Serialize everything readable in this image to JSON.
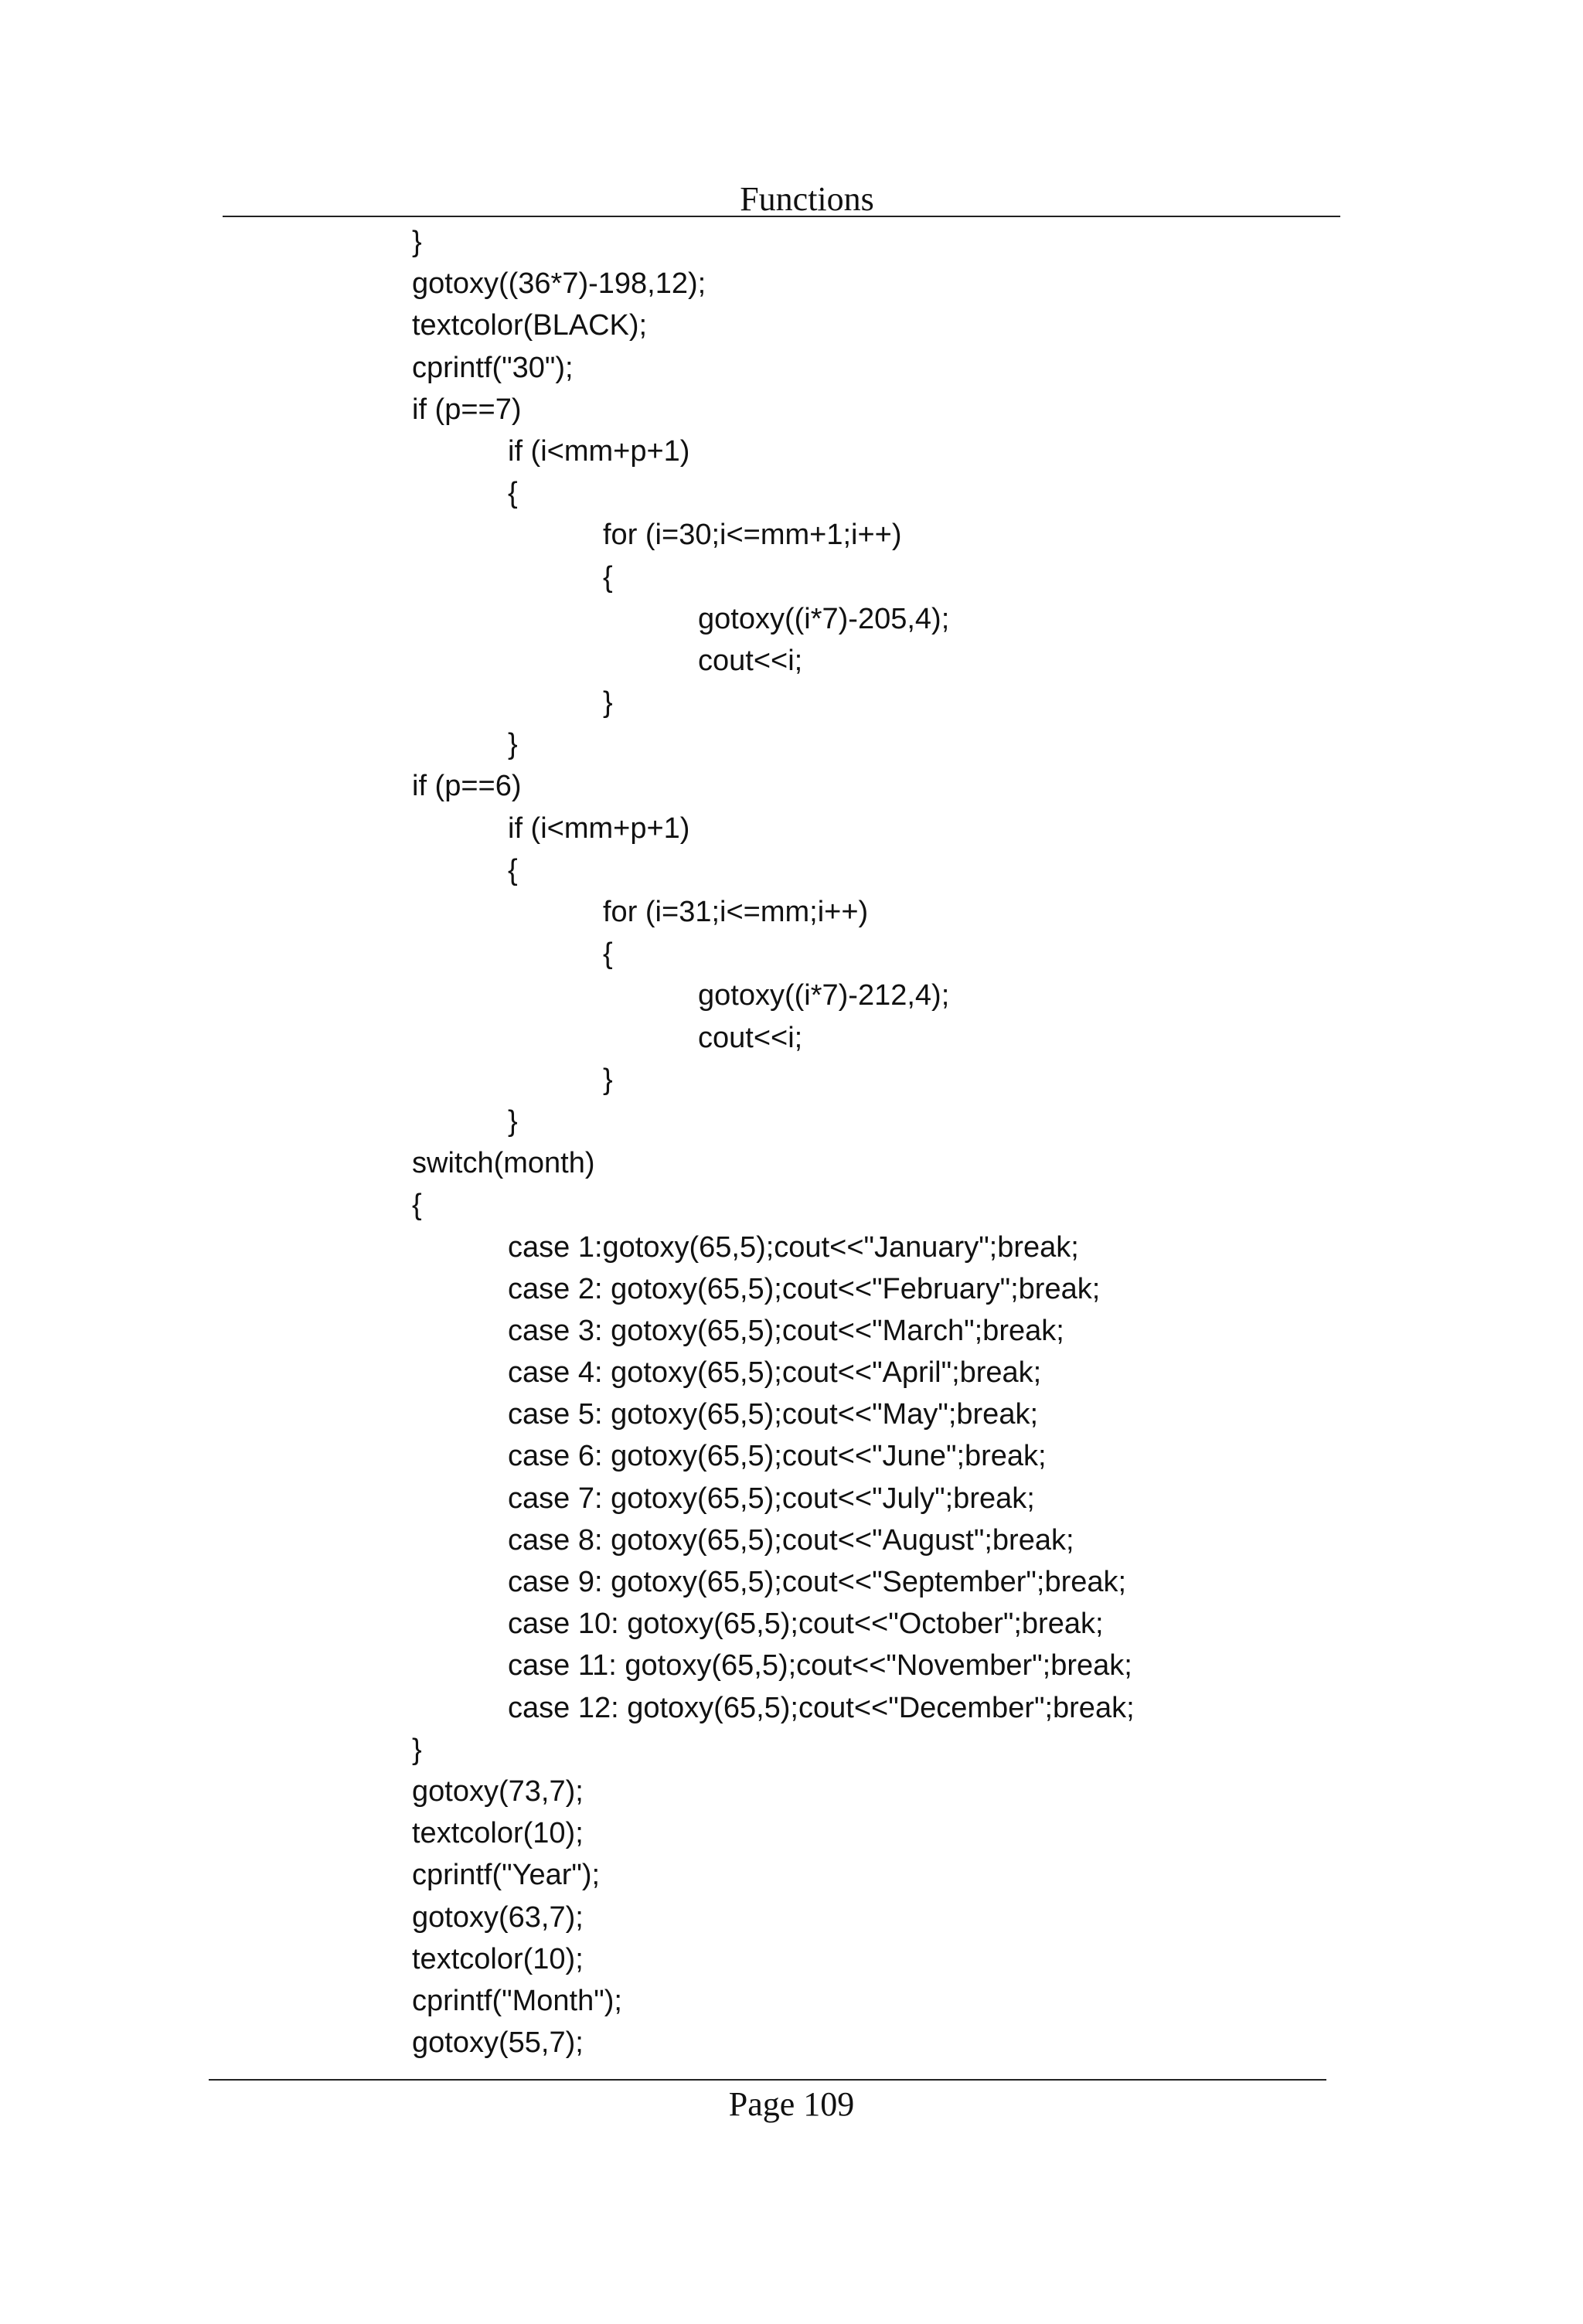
{
  "header": {
    "title": "Functions"
  },
  "code": {
    "lines": [
      {
        "text": "}",
        "indent": 0
      },
      {
        "text": "gotoxy((36*7)-198,12);",
        "indent": 0
      },
      {
        "text": "textcolor(BLACK);",
        "indent": 0
      },
      {
        "text": "cprintf(\"30\");",
        "indent": 0
      },
      {
        "text": "if (p==7)",
        "indent": 0
      },
      {
        "text": "if (i<mm+p+1)",
        "indent": 1
      },
      {
        "text": "{",
        "indent": 1
      },
      {
        "text": "for (i=30;i<=mm+1;i++)",
        "indent": 2
      },
      {
        "text": "{",
        "indent": 2
      },
      {
        "text": "gotoxy((i*7)-205,4);",
        "indent": 3
      },
      {
        "text": "cout<<i;",
        "indent": 3
      },
      {
        "text": "}",
        "indent": 2
      },
      {
        "text": "}",
        "indent": 1
      },
      {
        "text": "if (p==6)",
        "indent": 0
      },
      {
        "text": "if (i<mm+p+1)",
        "indent": 1
      },
      {
        "text": "{",
        "indent": 1
      },
      {
        "text": "for (i=31;i<=mm;i++)",
        "indent": 2
      },
      {
        "text": "{",
        "indent": 2
      },
      {
        "text": "gotoxy((i*7)-212,4);",
        "indent": 3
      },
      {
        "text": "cout<<i;",
        "indent": 3
      },
      {
        "text": "}",
        "indent": 2
      },
      {
        "text": "}",
        "indent": 1
      },
      {
        "text": "switch(month)",
        "indent": 0
      },
      {
        "text": "{",
        "indent": 0
      },
      {
        "text": "case 1:gotoxy(65,5);cout<<\"January\";break;",
        "indent": 1
      },
      {
        "text": "case 2: gotoxy(65,5);cout<<\"February\";break;",
        "indent": 1
      },
      {
        "text": "case 3: gotoxy(65,5);cout<<\"March\";break;",
        "indent": 1
      },
      {
        "text": "case 4: gotoxy(65,5);cout<<\"April\";break;",
        "indent": 1
      },
      {
        "text": "case 5: gotoxy(65,5);cout<<\"May\";break;",
        "indent": 1
      },
      {
        "text": "case 6: gotoxy(65,5);cout<<\"June\";break;",
        "indent": 1
      },
      {
        "text": "case 7: gotoxy(65,5);cout<<\"July\";break;",
        "indent": 1
      },
      {
        "text": "case 8: gotoxy(65,5);cout<<\"August\";break;",
        "indent": 1
      },
      {
        "text": "case 9: gotoxy(65,5);cout<<\"September\";break;",
        "indent": 1
      },
      {
        "text": "case 10: gotoxy(65,5);cout<<\"October\";break;",
        "indent": 1
      },
      {
        "text": "case 11: gotoxy(65,5);cout<<\"November\";break;",
        "indent": 1
      },
      {
        "text": "case 12: gotoxy(65,5);cout<<\"December\";break;",
        "indent": 1
      },
      {
        "text": "}",
        "indent": 0
      },
      {
        "text": "gotoxy(73,7);",
        "indent": 0
      },
      {
        "text": "textcolor(10);",
        "indent": 0
      },
      {
        "text": "cprintf(\"Year\");",
        "indent": 0
      },
      {
        "text": "gotoxy(63,7);",
        "indent": 0
      },
      {
        "text": "textcolor(10);",
        "indent": 0
      },
      {
        "text": "cprintf(\"Month\");",
        "indent": 0
      },
      {
        "text": "gotoxy(55,7);",
        "indent": 0
      }
    ]
  },
  "footer": {
    "page_label": "Page 109"
  }
}
